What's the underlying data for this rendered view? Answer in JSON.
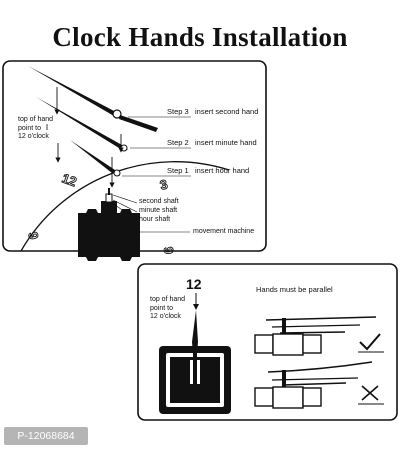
{
  "title": "Clock Hands Installation",
  "panel1": {
    "left_note": "top of hand\npoint to\n12 o'clock",
    "step3": "Step 3",
    "step3_text": "insert second hand",
    "step2": "Step 2",
    "step2_text": "insert minute hand",
    "step1": "Step 1",
    "step1_text": "insert hour hand",
    "second_shaft": "second shaft",
    "minute_shaft": "minute shaft",
    "hour_shaft": "hour shaft",
    "movement": "movement  machine",
    "dial_numbers": [
      "12",
      "3",
      "9",
      "6"
    ]
  },
  "panel2": {
    "number": "12",
    "left_note": "top of hand\npoint to\n12 o'clock",
    "parallel_title": "Hands must be parallel",
    "correct_icon": "check-mark-icon",
    "wrong_icon": "cross-mark-icon"
  },
  "watermark": "P-12068684"
}
